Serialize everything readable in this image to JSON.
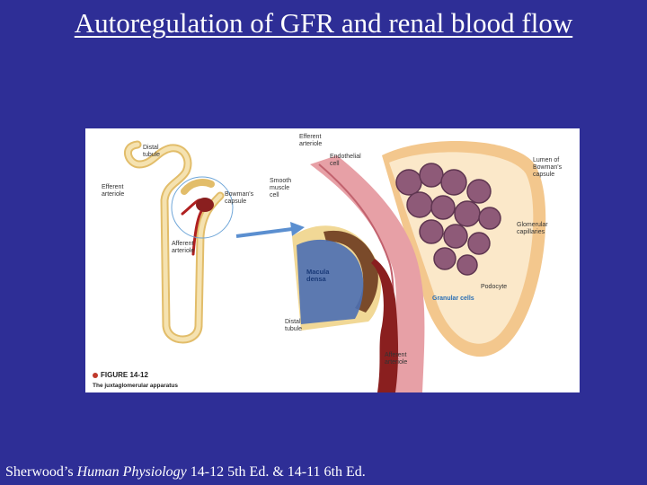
{
  "slide": {
    "title": "Autoregulation of GFR and renal blood flow",
    "source_prefix": "Sherwood’s ",
    "source_book": "Human Physiology",
    "source_suffix": " 14-12 5th Ed. & 14-11 6th Ed."
  },
  "figure": {
    "caption": "FIGURE 14-12",
    "subcaption": "The juxtaglomerular apparatus",
    "labels": {
      "distal_tubule_left": "Distal\ntubule",
      "efferent_arteriole_left": "Efferent\narteriole",
      "bowmans_capsule": "Bowman's\ncapsule",
      "afferent_arteriole_left": "Afferent\narteriole",
      "efferent_arteriole_top": "Efferent\narteriole",
      "endothelial_cell": "Endothelial\ncell",
      "smooth_muscle_cell": "Smooth\nmuscle\ncell",
      "lumen_bowmans": "Lumen of\nBowman's\ncapsule",
      "glomerular_capillaries": "Glomerular\ncapillaries",
      "macula_densa": "Macula\ndensa",
      "podocyte": "Podocyte",
      "granular_cells": "Granular cells",
      "distal_tubule_bottom": "Distal\ntubule",
      "afferent_arteriole_bottom": "Afferent\narteriole"
    }
  }
}
